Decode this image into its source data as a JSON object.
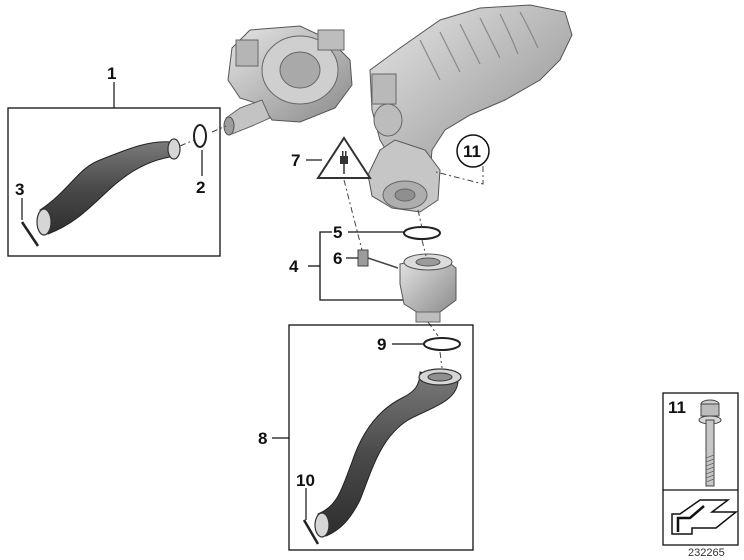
{
  "callouts": {
    "c1": "1",
    "c2": "2",
    "c3": "3",
    "c4": "4",
    "c5": "5",
    "c6": "6",
    "c7": "7",
    "c8": "8",
    "c9": "9",
    "c10": "10",
    "c11": "11"
  },
  "legend": {
    "part_number": "11"
  },
  "reference_number": "232265",
  "colors": {
    "line": "#111111",
    "hose": "#4a4a4a",
    "hose_highlight": "#8a8a8a",
    "metal": "#c8c8c8",
    "metal_dark": "#8c8c8c"
  }
}
